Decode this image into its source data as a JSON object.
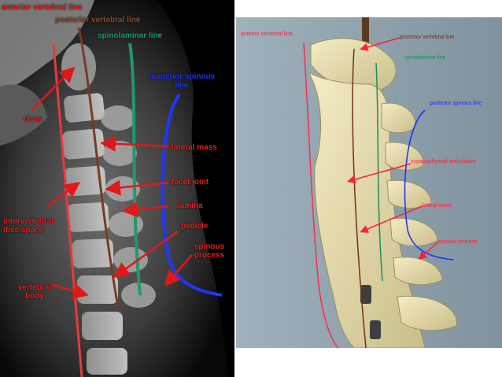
{
  "xray": {
    "labels": {
      "anterior_vertebral_line": "anterior vertebral line",
      "posterior_vertebral_line": "posterior vertebral line",
      "spinolaminar_line": "spinolaminar line",
      "posterior_spinous_line": "posterior spinous line",
      "dens": "dens",
      "lateral_mass": "lateral mass",
      "facet_joint": "facet joint",
      "lamina": "lamina",
      "intervertebral_disc_space": "intervertebral disc space",
      "pedicle": "pedicle",
      "spinous_process": "spinous process",
      "vertebral_body": "vertebral body"
    }
  },
  "model": {
    "labels": {
      "anterior_vertebral_line": "anterior vertebral line",
      "posterior_vertebral_line": "posterior vertebral line",
      "spinolaminar_line": "spinolaminar line",
      "posterior_spinous_line": "posterior spinous line",
      "zygapophyseal_articulation": "zygapophyseal articulation",
      "lateral_mass": "lateral mass",
      "spinous_process": "spinous process"
    }
  },
  "colors": {
    "anterior_line": "#e83a3a",
    "posterior_vertebral_line": "#7a3a22",
    "spinolaminar_line": "#1f9a68",
    "posterior_spinous_line": "#1f36ff",
    "arrow": "#e01818"
  }
}
